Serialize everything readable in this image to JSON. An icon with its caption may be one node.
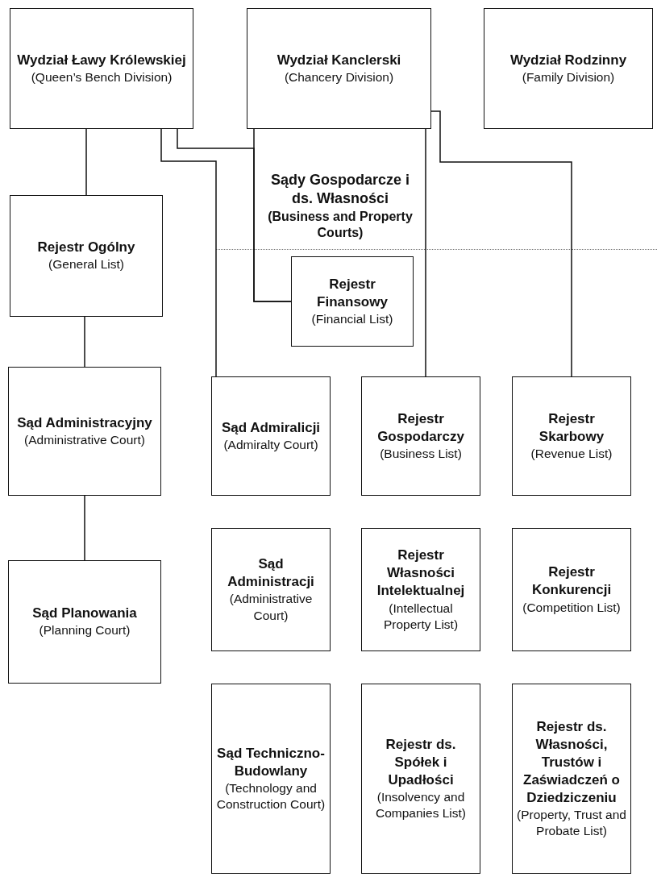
{
  "diagram": {
    "nodes": [
      {
        "text": [
          "Wydział Ławy Królewskiej",
          "(Queen’s Bench Division)"
        ]
      },
      {
        "text": [
          "Wydział Kanclerski",
          "(Chancery Division)"
        ]
      },
      {
        "text": [
          "Wydział Rodzinny",
          "(Family Division)"
        ]
      },
      {
        "text": [
          "Sądy Gospodarcze i ds. Własności",
          "(Business and Property Courts)"
        ]
      },
      {
        "text": [
          "Rejestr Ogólny",
          "(General List)"
        ]
      },
      {
        "text": [
          "Rejestr Finansowy",
          "(Financial List)"
        ]
      },
      {
        "text": [
          "Sąd Administracyjny",
          "(Administrative Court)"
        ]
      },
      {
        "text": [
          "Sąd Admiralicji",
          "(Admiralty Court)"
        ]
      },
      {
        "text": [
          "Rejestr Gospodarczy",
          "(Business List)"
        ]
      },
      {
        "text": [
          "Rejestr Skarbowy",
          "(Revenue List)"
        ]
      },
      {
        "text": [
          "Sąd Planowania",
          "(Planning Court)"
        ]
      },
      {
        "text": [
          "Sąd Administracji",
          "(Administrative Court)"
        ]
      },
      {
        "text": [
          "Rejestr Własności Intelektualnej",
          "(Intellectual Property List)"
        ]
      },
      {
        "text": [
          "Rejestr Konkurencji",
          "(Competition List)"
        ]
      },
      {
        "text": [
          "Sąd Techniczno-Budowlany",
          "(Technology and Construction Court)"
        ]
      },
      {
        "text": [
          "Rejestr ds. Spółek i Upadłości",
          "(Insolvency and Companies List)"
        ]
      },
      {
        "text": [
          "Rejestr ds. Własności, Trustów i Zaświadczeń o Dziedziczeniu",
          "(Property, Trust and Probate List)"
        ]
      }
    ],
    "edges": [
      {
        "from": 0,
        "to": 4,
        "arrow": "none"
      },
      {
        "from": 4,
        "to": 6,
        "arrow": "none"
      },
      {
        "from": 6,
        "to": 10,
        "arrow": "none"
      },
      {
        "from": 0,
        "to": 7,
        "arrow": "none"
      },
      {
        "from": 0,
        "to": 5,
        "arrow": "none"
      },
      {
        "from": 1,
        "to": 5,
        "arrow": "none"
      },
      {
        "from": 1,
        "to": 8,
        "arrow": "none"
      },
      {
        "from": 1,
        "to": 9,
        "arrow": "none"
      }
    ]
  }
}
